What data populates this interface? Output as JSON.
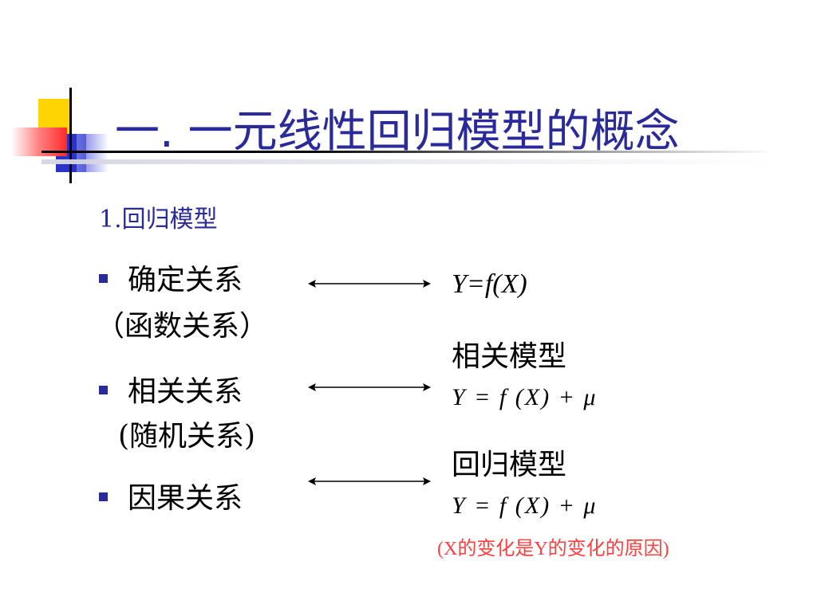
{
  "slide": {
    "title": "一. 一元线性回归模型的概念",
    "subtitle": "1.回归模型",
    "items": [
      {
        "label": "确定关系",
        "sub": "（函数关系）"
      },
      {
        "label": "相关关系",
        "sub": "(随机关系)"
      },
      {
        "label": "因果关系"
      }
    ],
    "formulas": {
      "deterministic": "Y=f(X)",
      "correlation_label": "相关模型",
      "correlation_formula": "Y = f (X) + μ",
      "regression_label": "回归模型",
      "regression_formula": "Y = f (X) + μ"
    },
    "note": "(X的变化是Y的变化的原因)"
  },
  "colors": {
    "title": "#2a2a9a",
    "note": "#ff4040",
    "logo_yellow": "#ffd400",
    "logo_blue": "#2b32c8",
    "logo_red": "#ff2a2a"
  }
}
